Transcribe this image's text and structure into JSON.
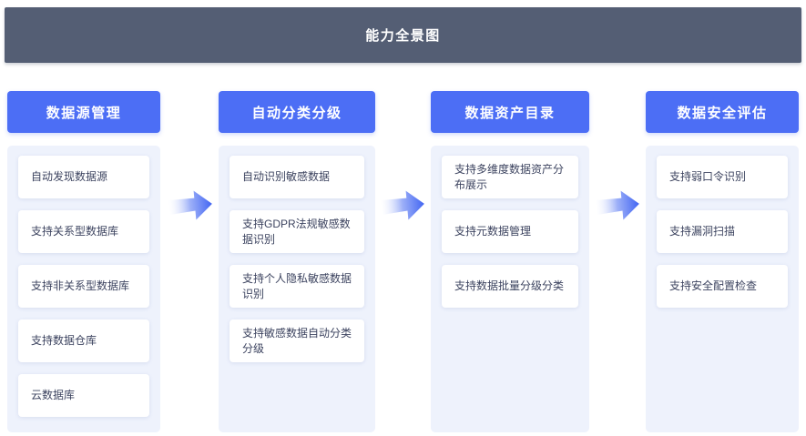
{
  "banner": {
    "title": "能力全景图"
  },
  "colors": {
    "banner_bg": "#545e74",
    "header_blue": "#4c6ef5",
    "panel_bg": "#eef2fc",
    "card_bg": "#ffffff",
    "card_text": "#3d4460",
    "arrow_blue": "#4265f2"
  },
  "columns": [
    {
      "title": "数据源管理",
      "items": [
        "自动发现数据源",
        "支持关系型数据库",
        "支持非关系型数据库",
        "支持数据仓库",
        "云数据库"
      ]
    },
    {
      "title": "自动分类分级",
      "items": [
        "自动识别敏感数据",
        "支持GDPR法规敏感数据识别",
        "支持个人隐私敏感数据识别",
        "支持敏感数据自动分类分级"
      ]
    },
    {
      "title": "数据资产目录",
      "items": [
        "支持多维度数据资产分布展示",
        "支持元数据管理",
        "支持数据批量分级分类"
      ]
    },
    {
      "title": "数据安全评估",
      "items": [
        "支持弱口令识别",
        "支持漏洞扫描",
        "支持安全配置检查"
      ]
    }
  ]
}
